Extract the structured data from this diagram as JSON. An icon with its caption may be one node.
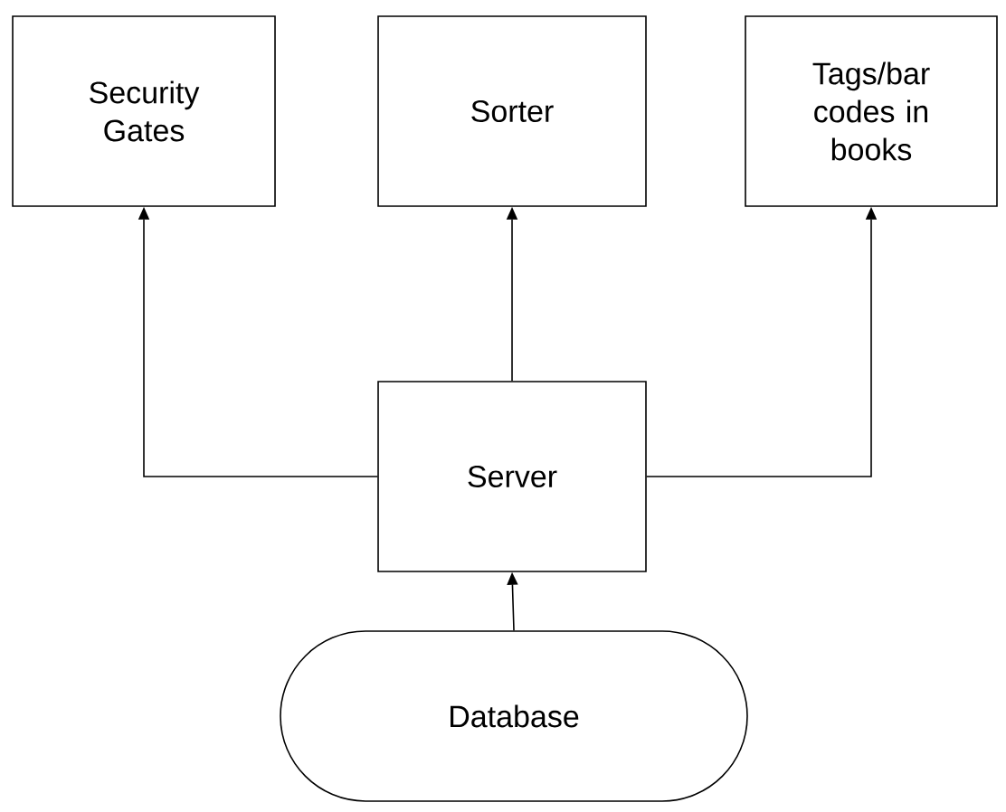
{
  "diagram": {
    "nodes": [
      {
        "text": [
          "Security Gates"
        ]
      },
      {
        "text": [
          "Sorter"
        ]
      },
      {
        "text": [
          "Tags/bar codes in books"
        ]
      },
      {
        "text": [
          "Server"
        ]
      },
      {
        "text": [
          "Database"
        ]
      }
    ],
    "edges": [
      {
        "from": 3,
        "to": 0,
        "arrow": "to"
      },
      {
        "from": 3,
        "to": 1,
        "arrow": "to"
      },
      {
        "from": 3,
        "to": 2,
        "arrow": "to"
      },
      {
        "from": 4,
        "to": 3,
        "arrow": "to"
      }
    ]
  }
}
